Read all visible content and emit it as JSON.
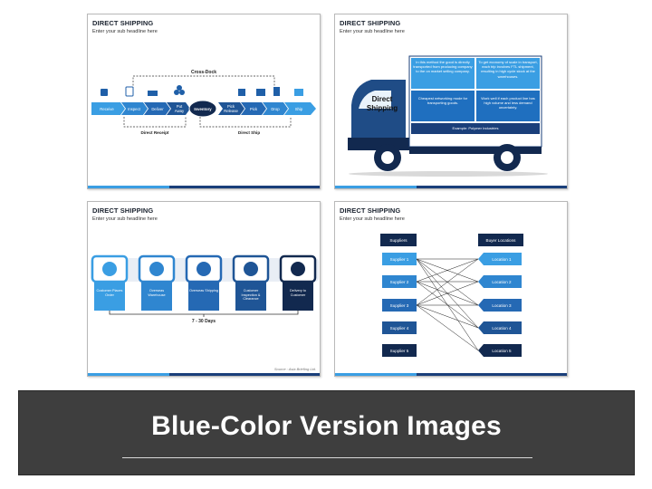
{
  "slides": [
    {
      "title": "DIRECT SHIPPING",
      "subtitle": "Enter your sub headline here",
      "steps": [
        "Receive",
        "Inspect",
        "Deliver",
        "Put Away",
        "Inventory",
        "Pick Release",
        "Pick",
        "Drop",
        "Ship"
      ],
      "cross_dock": "Cross-Dock",
      "direct_receipt": "Direct Receipt",
      "direct_ship": "Direct Ship"
    },
    {
      "title": "DIRECT SHIPPING",
      "subtitle": "Enter your sub headline here",
      "truck_label": "Direct Shipping",
      "cells": [
        "In this method the good is directly transported from producing company to the on market selling company.",
        "To get economy of scale in transport, each trip involves FTL shipment, resulting in high cycle stock at the warehouses.",
        "Cheapest networking mode for transporting goods.",
        "Work well if each product line has high volume and less demand uncertainty."
      ],
      "example": "Example: Polymer Industries"
    },
    {
      "title": "DIRECT SHIPPING",
      "subtitle": "Enter your sub headline here",
      "stages": [
        "Customer Places Order",
        "Overseas Warehouse",
        "Overseas Shipping",
        "Customer Inspection & Clearance",
        "Delivery to Customer"
      ],
      "duration": "7 - 30 Days",
      "source": "Source : Asia Briefing Ltd."
    },
    {
      "title": "DIRECT SHIPPING",
      "subtitle": "Enter your sub headline here",
      "suppliers_header": "Suppliers",
      "buyers_header": "Buyer Locations",
      "suppliers": [
        "Supplier 1",
        "Supplier 2",
        "Supplier 3",
        "Supplier 4",
        "Supplier 5"
      ],
      "locations": [
        "Location 1",
        "Location 2",
        "Location 3",
        "Location 4",
        "Location 5"
      ]
    }
  ],
  "banner": {
    "title": "Blue-Color Version Images"
  },
  "colors": {
    "light_blue": "#3a9ee3",
    "mid_blue": "#1f6fbf",
    "navy": "#1a3f7a",
    "dark_navy": "#12294f",
    "banner_bg": "#3e3e3e"
  }
}
